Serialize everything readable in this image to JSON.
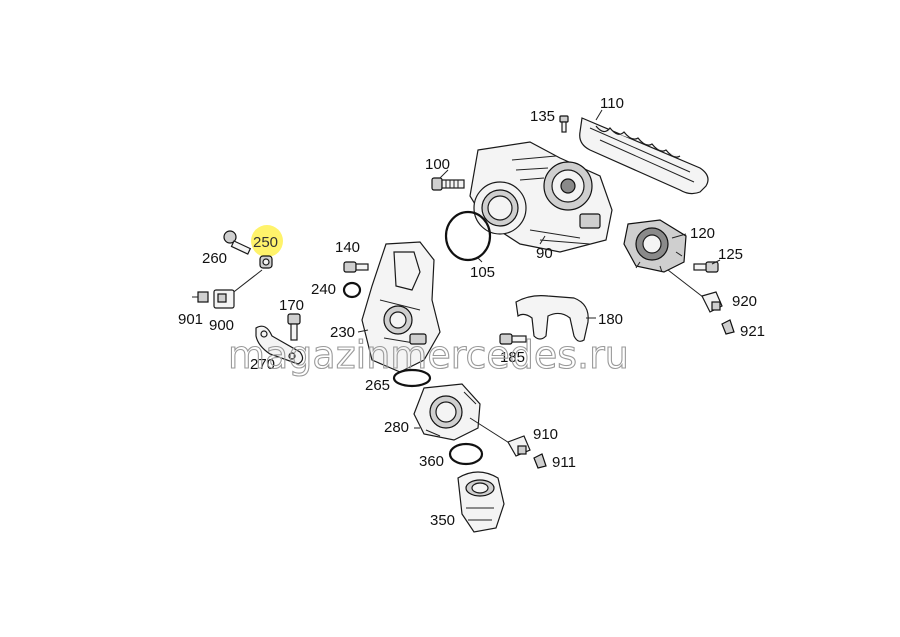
{
  "diagram": {
    "highlight_color": "#fff36b",
    "highlighted_part": "250",
    "labels": {
      "l110": "110",
      "l135": "135",
      "l100": "100",
      "l105": "105",
      "l90": "90",
      "l120": "120",
      "l125": "125",
      "l920": "920",
      "l921": "921",
      "l250": "250",
      "l260": "260",
      "l901": "901",
      "l900": "900",
      "l140": "140",
      "l240": "240",
      "l170": "170",
      "l230": "230",
      "l270": "270",
      "l180": "180",
      "l185": "185",
      "l265": "265",
      "l280": "280",
      "l910": "910",
      "l911": "911",
      "l360": "360",
      "l350": "350"
    }
  },
  "watermark": "magazinmercedes.ru"
}
